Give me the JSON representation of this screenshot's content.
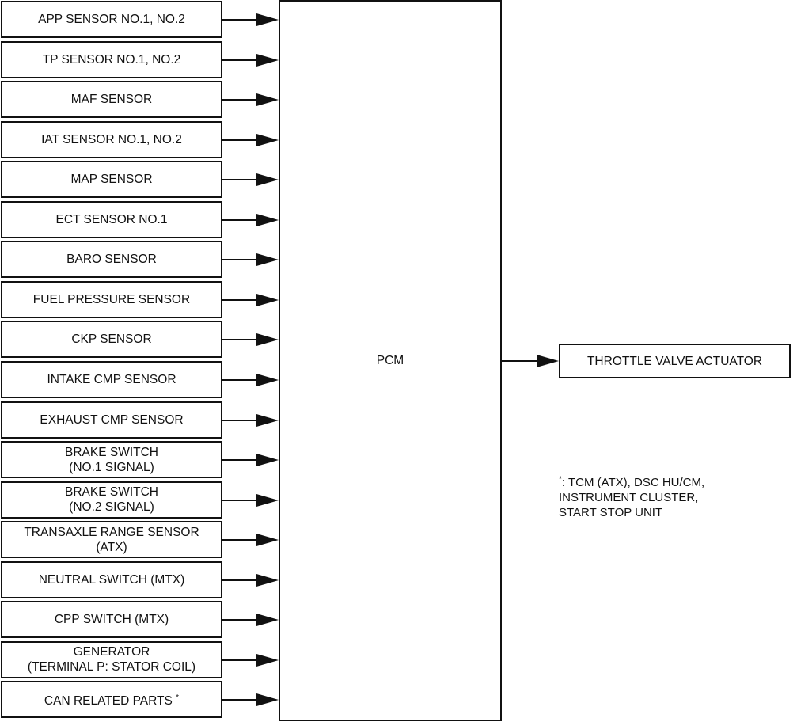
{
  "inputs": [
    {
      "line1": "APP SENSOR NO.1, NO.2"
    },
    {
      "line1": "TP SENSOR NO.1, NO.2"
    },
    {
      "line1": "MAF SENSOR"
    },
    {
      "line1": "IAT SENSOR NO.1, NO.2"
    },
    {
      "line1": "MAP SENSOR"
    },
    {
      "line1": "ECT SENSOR NO.1"
    },
    {
      "line1": "BARO SENSOR"
    },
    {
      "line1": "FUEL PRESSURE SENSOR"
    },
    {
      "line1": "CKP SENSOR"
    },
    {
      "line1": "INTAKE CMP SENSOR"
    },
    {
      "line1": "EXHAUST CMP SENSOR"
    },
    {
      "line1": "BRAKE SWITCH",
      "line2": "(NO.1 SIGNAL)"
    },
    {
      "line1": "BRAKE SWITCH",
      "line2": "(NO.2 SIGNAL)"
    },
    {
      "line1": "TRANSAXLE RANGE SENSOR",
      "line2": "(ATX)"
    },
    {
      "line1": "NEUTRAL SWITCH (MTX)"
    },
    {
      "line1": "CPP  SWITCH (MTX)"
    },
    {
      "line1": "GENERATOR",
      "line2": "(TERMINAL P: STATOR COIL)"
    },
    {
      "line1": "CAN RELATED PARTS",
      "mark": "*"
    }
  ],
  "pcm": {
    "label": "PCM"
  },
  "output": {
    "label": "THROTTLE VALVE ACTUATOR"
  },
  "note": {
    "mark": "*",
    "lines": [
      ": TCM (ATX), DSC HU/CM,",
      "INSTRUMENT CLUSTER,",
      "START STOP UNIT"
    ]
  }
}
